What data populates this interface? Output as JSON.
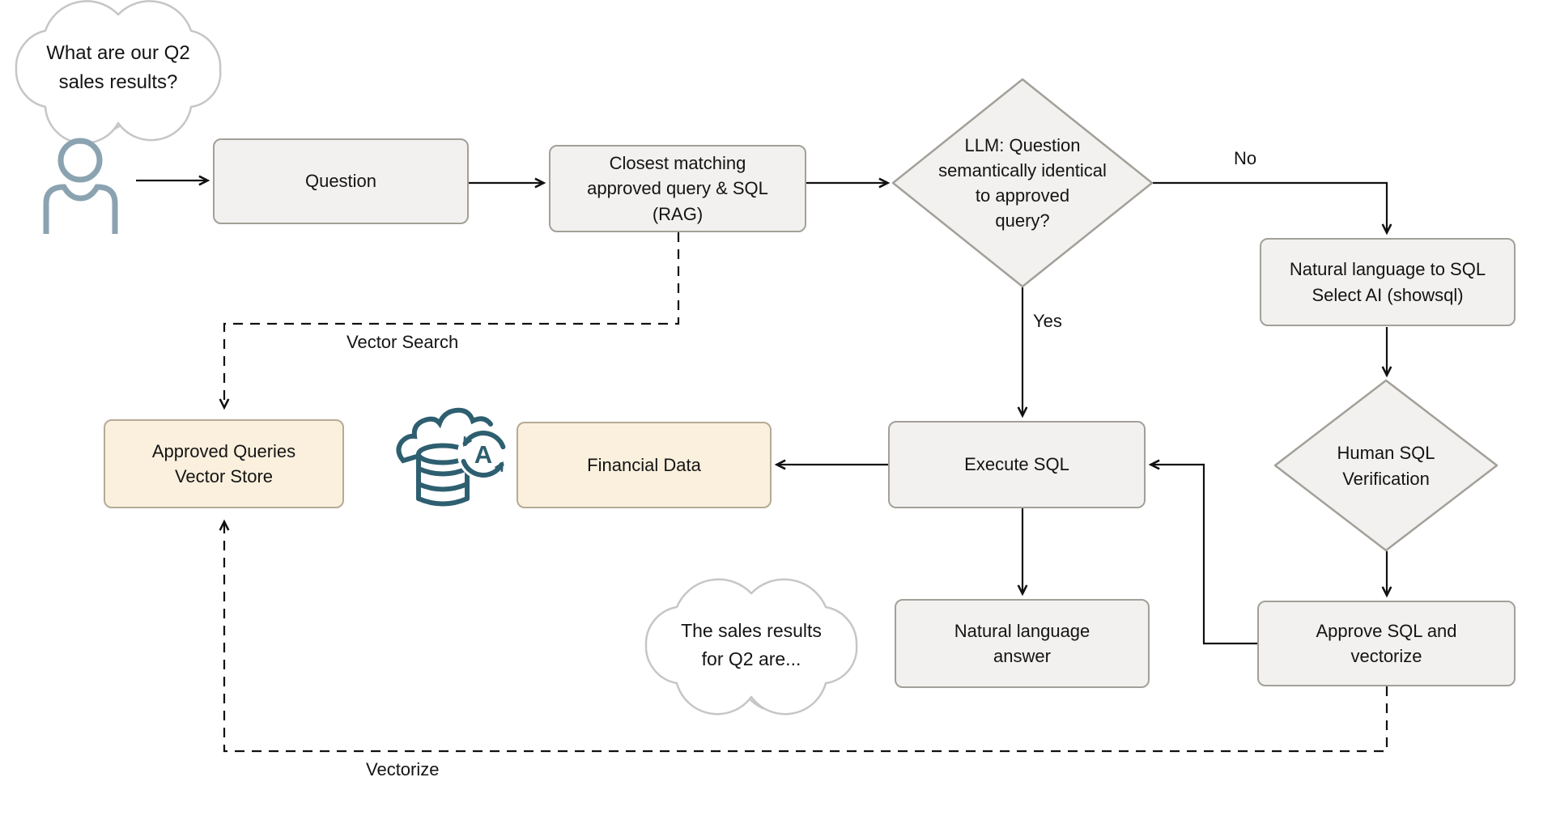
{
  "bubbles": {
    "user_question": "What are our Q2\nsales results?",
    "assistant_answer": "The sales results\nfor Q2 are..."
  },
  "nodes": {
    "question": "Question",
    "rag": "Closest matching\napproved query & SQL\n(RAG)",
    "llm_decision": "LLM: Question\nsemantically identical\nto approved\nquery?",
    "nl_to_sql": "Natural language to SQL\nSelect AI (showsql)",
    "human_verification": "Human SQL\nVerification",
    "approve_vectorize": "Approve SQL and\nvectorize",
    "execute_sql": "Execute SQL",
    "financial_data": "Financial Data",
    "vector_store": "Approved Queries\nVector Store",
    "nl_answer": "Natural language\nanswer"
  },
  "edge_labels": {
    "no": "No",
    "yes": "Yes",
    "vector_search": "Vector Search",
    "vectorize": "Vectorize"
  },
  "icons": {
    "person": "person-icon",
    "autonomous_database": "cloud-database-sync-icon",
    "sync_letter": "A"
  },
  "colors": {
    "node_fill": "#f2f1ef",
    "node_border": "#a3a099",
    "accent_fill": "#faf0dd",
    "accent_border": "#b6aa96",
    "ink": "#141414",
    "line": "#111111",
    "icon_slate": "#8ba3b1",
    "icon_teal": "#2e5f70",
    "bubble_border": "#c6c6c6"
  }
}
